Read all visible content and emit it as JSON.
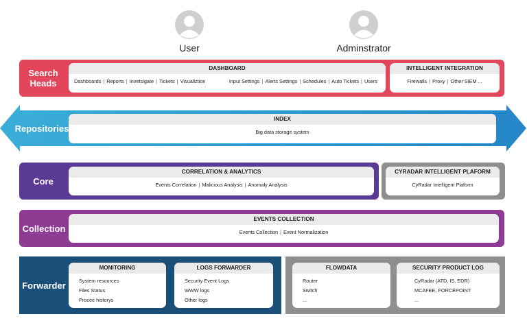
{
  "actors": {
    "user": {
      "label": "User"
    },
    "admin": {
      "label": "Adminstrator"
    }
  },
  "colors": {
    "search": "#e3455a",
    "repo_left": "#3aaed8",
    "repo_right": "#2686c8",
    "core": "#5a3a95",
    "core_side": "#8e8e8e",
    "collection": "#8e3b93",
    "forwarder": "#1a4f7a",
    "forwarder_side": "#8e8e8e"
  },
  "search_heads": {
    "label": "Search Heads",
    "dashboard": {
      "title": "DASHBOARD",
      "items_left": [
        "Dashboards",
        "Reports",
        "Invetsigate",
        "Tickets",
        "Visualiztion"
      ],
      "items_right": [
        "Input Settings",
        "Alerts Settings",
        "Schedules",
        "Auto Tickets",
        "Users"
      ]
    },
    "integration": {
      "title": "INTELLIGENT INTEGRATION",
      "items": [
        "Firewalls",
        "Proxy",
        "Other SIEM ..."
      ]
    }
  },
  "repositories": {
    "label": "Repositories",
    "index": {
      "title": "INDEX",
      "body": "Big data storage system"
    }
  },
  "core": {
    "label": "Core",
    "correlation": {
      "title": "CORRELATION & ANALYTICS",
      "items": [
        "Events Correlation",
        "Malicious Analysis",
        "Anomaly Analysis"
      ]
    },
    "cyradar": {
      "title": "CYRADAR INTELLIGENT PLAFORM",
      "body": "CyRadar Intelligent Plaform"
    }
  },
  "collection": {
    "label": "Collection",
    "events": {
      "title": "EVENTS COLLECTION",
      "items": [
        "Events Collection",
        "Event Normalization"
      ]
    }
  },
  "forwarder": {
    "label": "Forwarder",
    "monitoring": {
      "title": "MONITORING",
      "items": [
        "System resources",
        "Files Status",
        "Procee historys"
      ]
    },
    "logs": {
      "title": "LOGS FORWARDER",
      "items": [
        "Security Event Logs",
        "WWW logs",
        "Other logs"
      ]
    },
    "flowdata": {
      "title": "FLOWDATA",
      "items": [
        "Router",
        "Switch",
        "..."
      ]
    },
    "security": {
      "title": "SECURITY PRODUCT LOG",
      "items": [
        "CyRadar (ATD, IS, EDR)",
        "MCAFEE, FORCEPOINT",
        "..."
      ]
    }
  }
}
